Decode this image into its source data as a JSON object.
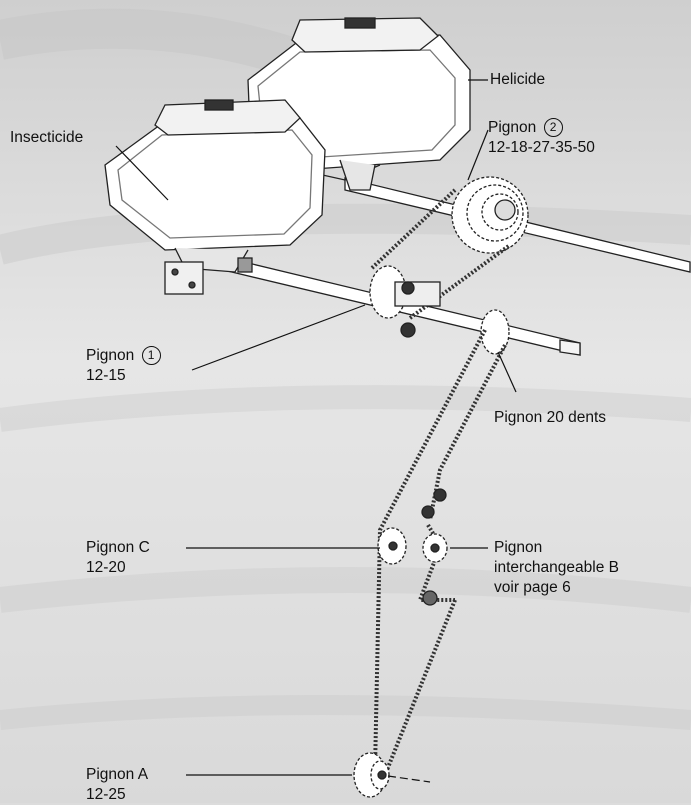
{
  "labels": {
    "helicide": "Helicide",
    "insecticide": "Insecticide",
    "pignon2_title": "Pignon",
    "pignon2_num": "2",
    "pignon2_values": "12-18-27-35-50",
    "pignon1_title": "Pignon",
    "pignon1_num": "1",
    "pignon1_values": "12-15",
    "pignon20": "Pignon 20 dents",
    "pignonC_title": "Pignon C",
    "pignonC_values": "12-20",
    "pignonB_line1": "Pignon",
    "pignonB_line2": "interchangeable B",
    "pignonB_line3": "voir page 6",
    "pignonA_title": "Pignon A",
    "pignonA_values": "12-25"
  }
}
